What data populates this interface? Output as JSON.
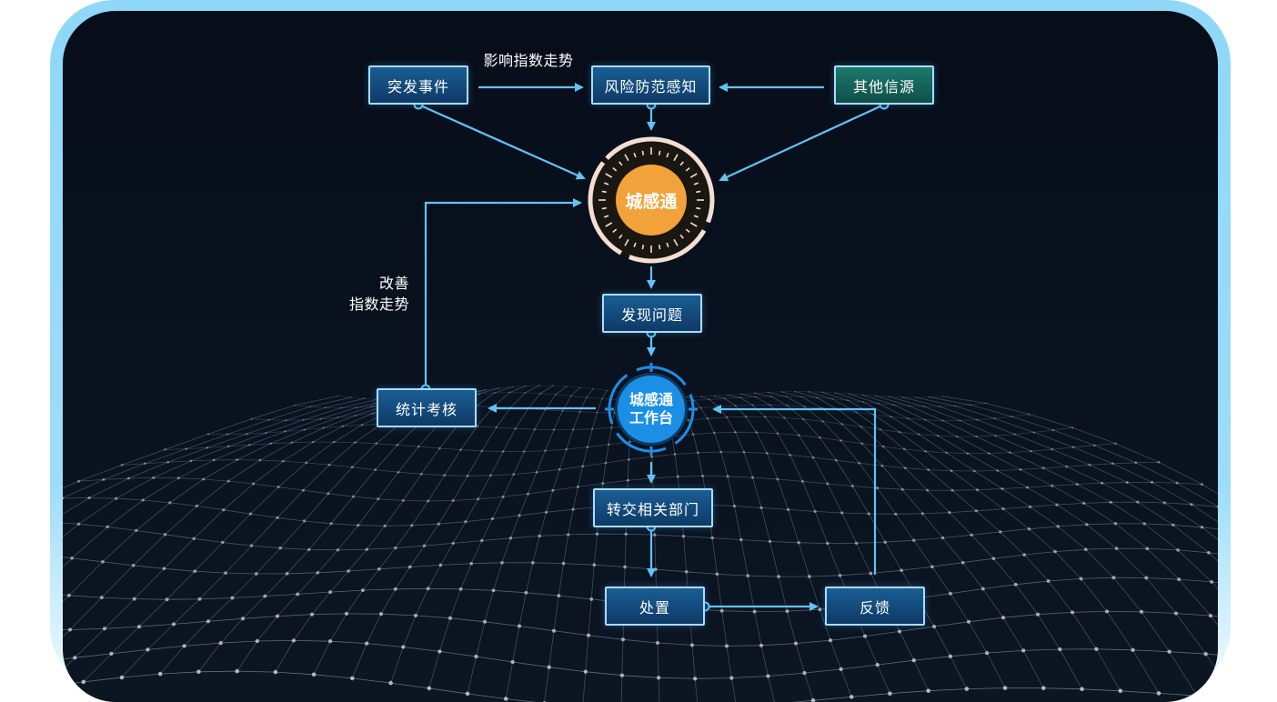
{
  "nodes": {
    "sudden_event": "突发事件",
    "risk_prevention": "风险防范感知",
    "other_sources": "其他信源",
    "find_problem": "发现问题",
    "statistics": "统计考核",
    "transfer": "转交相关部门",
    "handle": "处置",
    "feedback": "反馈"
  },
  "hub_main": "城感通",
  "hub_platform": {
    "line1": "城感通",
    "line2": "工作台"
  },
  "labels": {
    "influence": "影响指数走势",
    "improve_line1": "改善",
    "improve_line2": "指数走势"
  },
  "colors": {
    "connector": "#5fc4f5",
    "hub_orange": "#f2a23a",
    "hub_blue": "#1b8fe6",
    "node_fill": "#124a7c",
    "node_border": "#a8ddff"
  }
}
